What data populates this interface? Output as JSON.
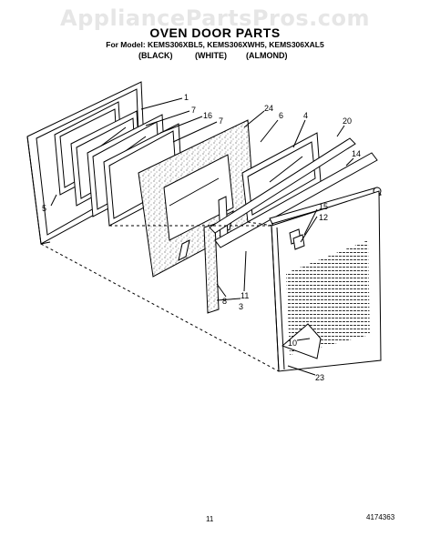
{
  "watermark": "AppliancePartsPros.com",
  "title": "OVEN DOOR PARTS",
  "models": "For Model: KEMS306XBL5, KEMS306XWH5, KEMS306XAL5",
  "colors": [
    "(BLACK)",
    "(WHITE)",
    "(ALMOND)"
  ],
  "part_labels": [
    "1",
    "7",
    "16",
    "7",
    "24",
    "6",
    "4",
    "20",
    "14",
    "5",
    "8",
    "15",
    "12",
    "11",
    "3",
    "10",
    "23"
  ],
  "page_number": "11",
  "document_number": "4174363"
}
